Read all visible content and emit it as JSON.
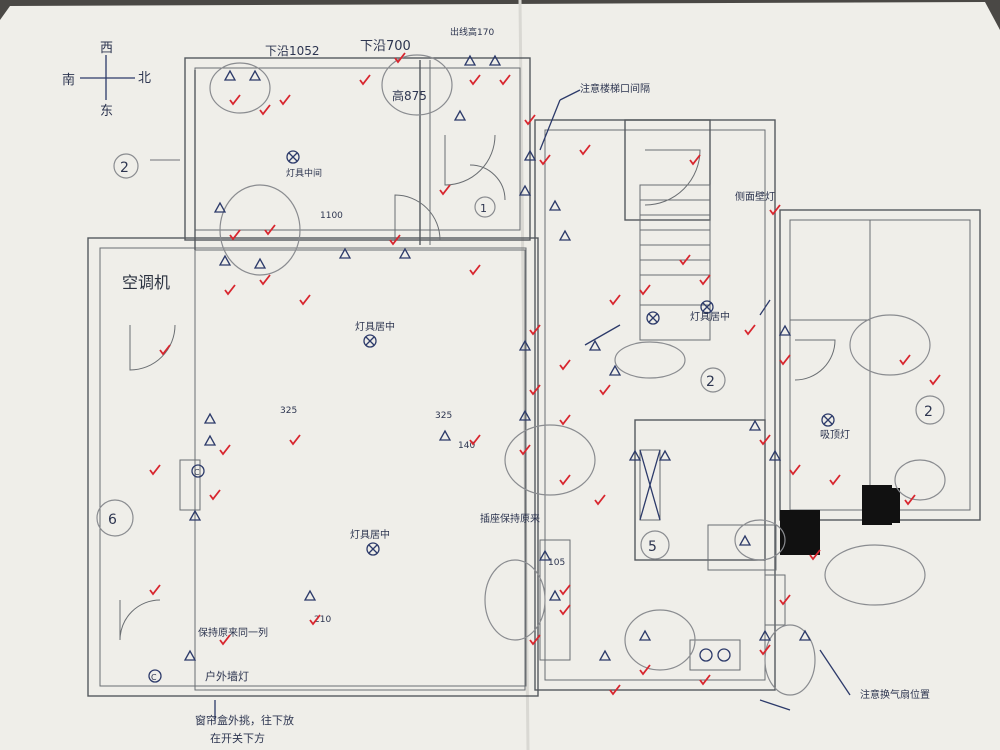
{
  "plan": {
    "compass": {
      "west": "西",
      "south": "南",
      "north": "北",
      "east": "东"
    },
    "labels": {
      "aircon": "空调机",
      "top_down": "下沿1052",
      "top_down2": "下沿700",
      "measure_875": "高875",
      "top_right_note": "出线高170",
      "wall_note": "注意楼梯口间隔",
      "living_light": "灯具居中",
      "dining_light": "灯具居中",
      "bedroom_light": "灯具中间",
      "bath_light": "灯具居中",
      "stair_light": "侧面壁灯",
      "balcony_light": "吸顶灯",
      "bottom_note1": "窗帘盒外挑，往下放",
      "bottom_note2": "在开关下方",
      "bottom_right_note": "注意换气扇位置",
      "bottom_center_note": "插座保持原来",
      "left_note": "保持原来同一列",
      "outdoor": "户外墙灯"
    },
    "room_numbers": [
      "1",
      "2",
      "2",
      "2",
      "5",
      "6"
    ],
    "heights": [
      "325",
      "325",
      "140",
      "210",
      "105",
      "1100"
    ],
    "colors": {
      "paper": "#f4f3ef",
      "ink": "#2c3a6a",
      "check": "#d8262e",
      "wall": "#55595e"
    }
  }
}
